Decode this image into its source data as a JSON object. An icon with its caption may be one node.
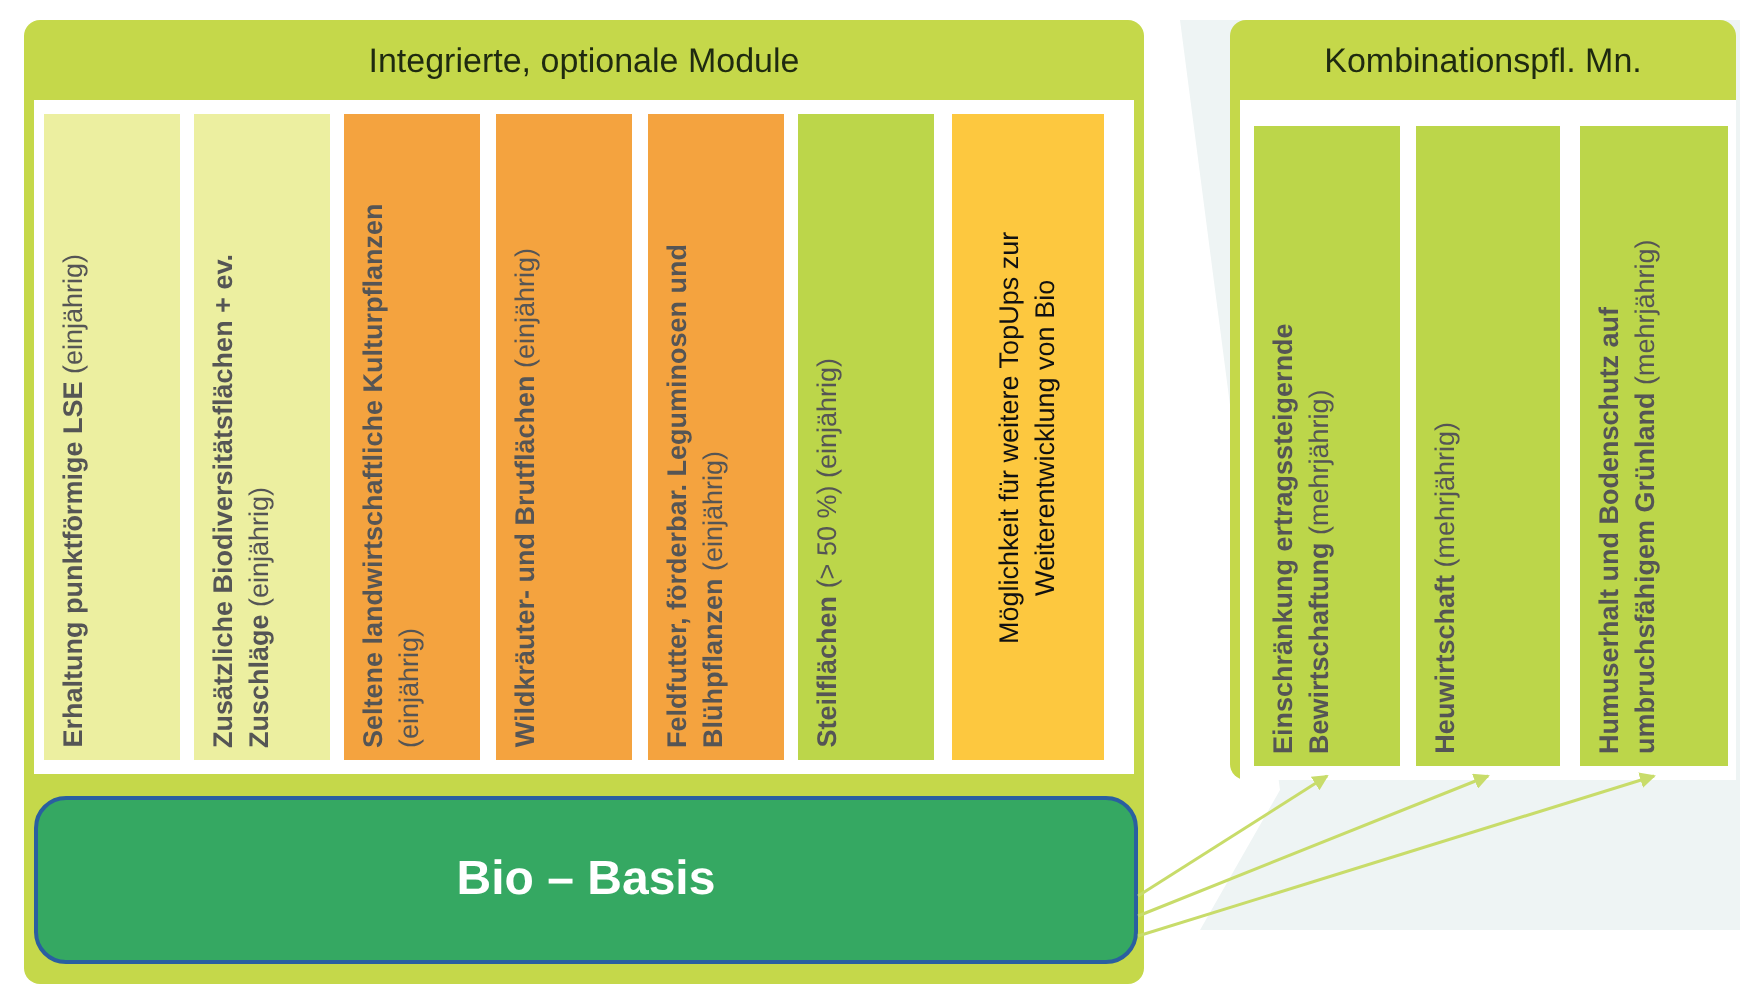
{
  "diagram": {
    "nodes": [
      {
        "text": [
          "Integrierte, optionale Module"
        ]
      },
      {
        "text": [
          "**Erhaltung punktförmige LSE** (einjährig)"
        ],
        "in": 0
      },
      {
        "text": [
          "**Zusätzliche Biodiversitätsflächen + ev. Zuschläge** (einjährig)"
        ],
        "in": 0
      },
      {
        "text": [
          "**Seltene landwirtschaftliche Kulturpflanzen** (einjährig)"
        ],
        "in": 0
      },
      {
        "text": [
          "**Wildkräuter- und Brutflächen** (einjährig)"
        ],
        "in": 0
      },
      {
        "text": [
          "**Feldfutter, förderbar. Leguminosen und Blühpflanzen** (einjährig)"
        ],
        "in": 0
      },
      {
        "text": [
          "**Steilflächen** (> 50 %) (einjährig)"
        ],
        "in": 0
      },
      {
        "text": [
          "Möglichkeit für weitere TopUps zur Weiterentwicklung von Bio"
        ],
        "in": 0
      },
      {
        "text": [
          "Bio – Basis"
        ],
        "in": 0
      },
      {
        "text": [
          "Kombinationspfl. Mn."
        ]
      },
      {
        "text": [
          "**Einschränkung ertragssteigernde Bewirtschaftung** (mehrjährig)"
        ],
        "in": 9
      },
      {
        "text": [
          "**Heuwirtschaft** (mehrjährig)"
        ],
        "in": 9
      },
      {
        "text": [
          "**Humuserhalt und Bodenschutz auf umbruchsfähigem Grünland** (mehrjährig)"
        ],
        "in": 9
      }
    ],
    "edges": [
      {
        "from": 8,
        "to": 10,
        "arrow": "to",
        "color": "#c8dc6a"
      },
      {
        "from": 8,
        "to": 11,
        "arrow": "to",
        "color": "#c8dc6a"
      },
      {
        "from": 8,
        "to": 12,
        "arrow": "to",
        "color": "#c8dc6a"
      }
    ]
  }
}
